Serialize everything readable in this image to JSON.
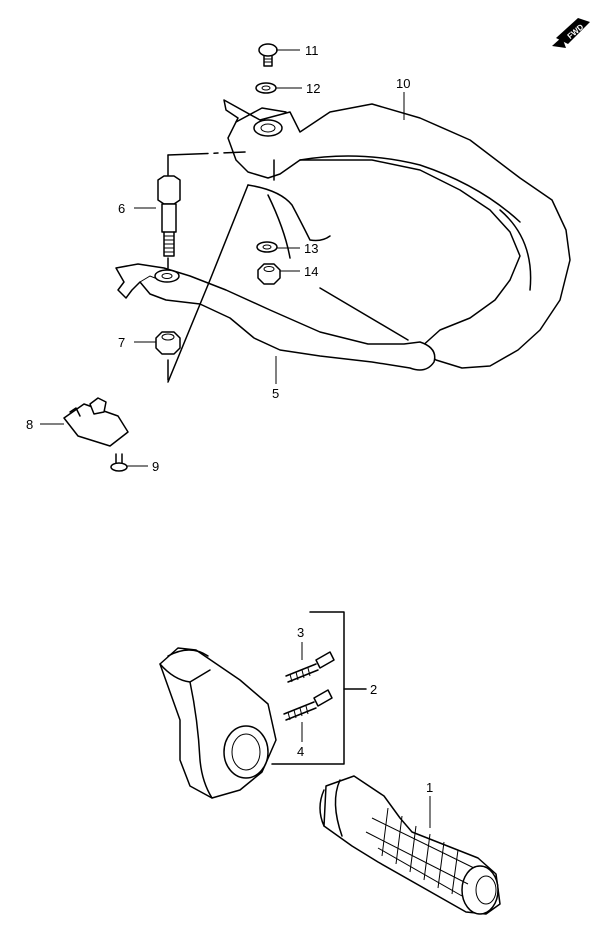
{
  "fwd_badge": "FWD",
  "labels": {
    "p1": "1",
    "p2": "2",
    "p3": "3",
    "p4": "4",
    "p5": "5",
    "p6": "6",
    "p7": "7",
    "p8": "8",
    "p9": "9",
    "p10": "10",
    "p11": "11",
    "p12": "12",
    "p13": "13",
    "p14": "14"
  }
}
